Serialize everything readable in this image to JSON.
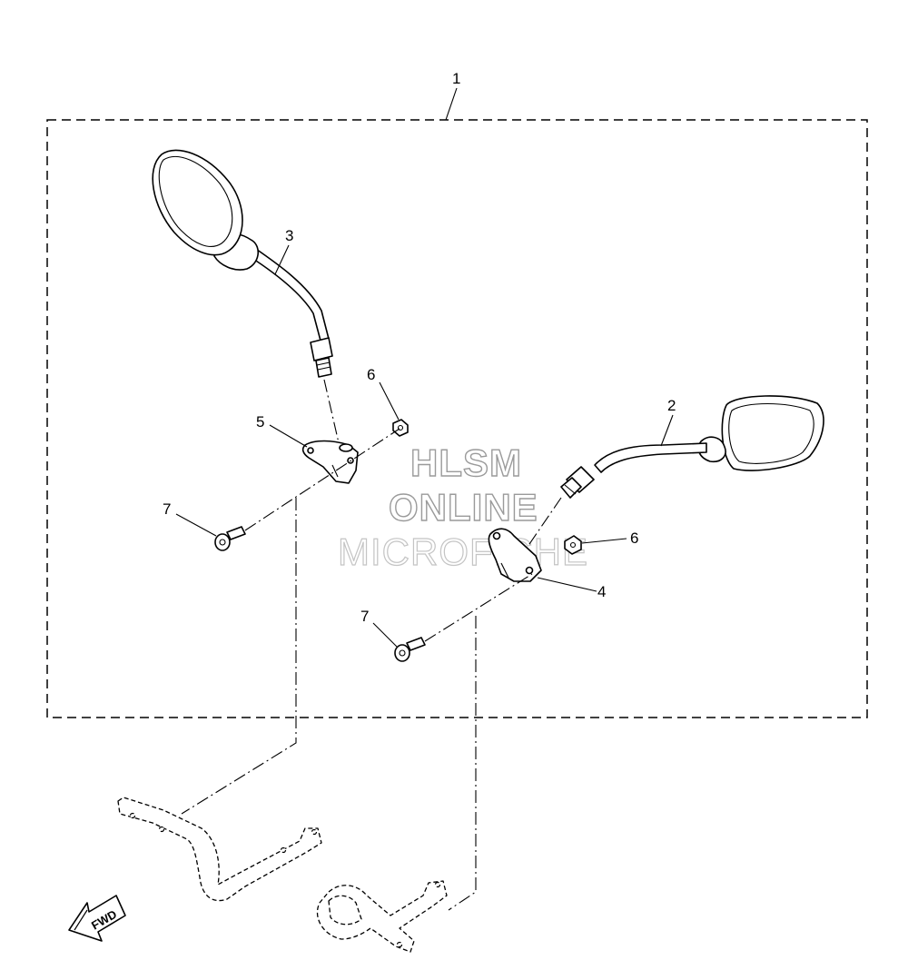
{
  "callouts": {
    "c1": "1",
    "c2": "2",
    "c3": "3",
    "c4": "4",
    "c5": "5",
    "c6a": "6",
    "c6b": "6",
    "c7a": "7",
    "c7b": "7"
  },
  "watermark": {
    "line1": "HLSM",
    "line2": "ONLINE",
    "line3": "MICROFICHE"
  },
  "fwd_arrow": {
    "label": "FWD"
  }
}
